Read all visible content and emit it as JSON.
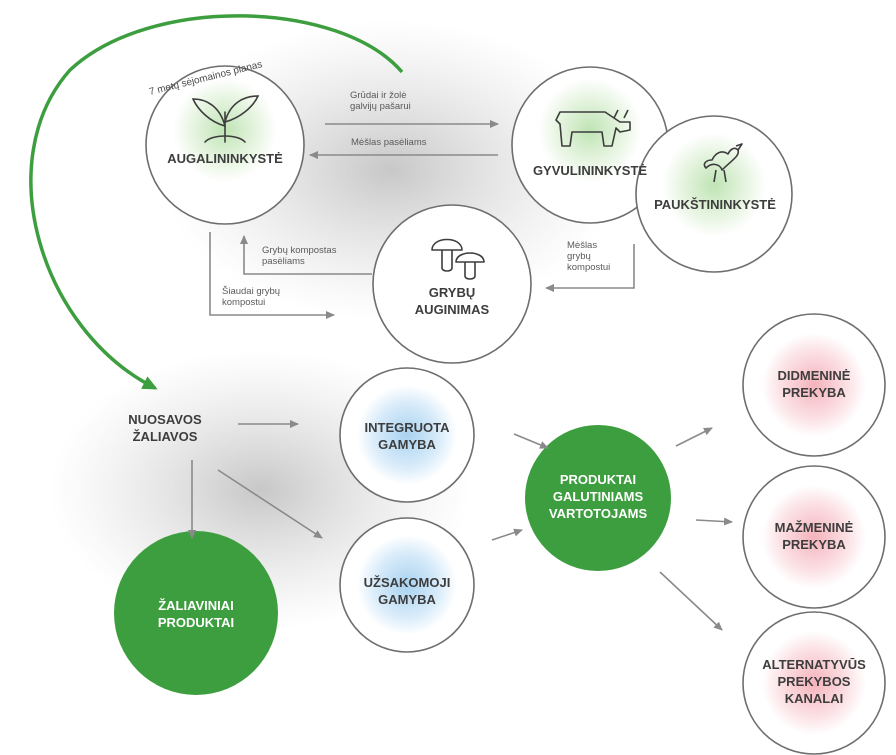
{
  "top": {
    "rotation_label": "7 metų sėjomainos planas",
    "crop": "AUGALININKYSTĖ",
    "livestock": "GYVULININKYSTĖ",
    "poultry": "PAUKŠTININKYSTĖ",
    "mushrooms": "GRYBŲ\nAUGINIMAS",
    "grain_to_livestock": "Grūdai ir žolė\ngalvijų pašarui",
    "manure_to_fields": "Mėšlas pasėliams",
    "mushroom_compost": "Grybų kompostas\npasėliams",
    "straw_to_compost": "Šiaudai grybų\nkompostui",
    "manure_to_compost": "Mėšlas\ngrybų\nkompostui"
  },
  "bottom": {
    "own_raw": "NUOSAVOS\nŽALIAVOS",
    "integrated": "INTEGRUOTA\nGAMYBA",
    "custom": "UŽSAKOMOJI\nGAMYBA",
    "raw_products": "ŽALIAVINIAI\nPRODUKTAI",
    "final_products": "PRODUKTAI\nGALUTINIAMS\nVARTOTOJAMS",
    "wholesale": "DIDMENINĖ\nPREKYBA",
    "retail": "MAŽMENINĖ\nPREKYBA",
    "alternative": "ALTERNATYVŪS\nPREKYBOS\nKANALAI"
  },
  "colors": {
    "green": "#3d9e3f",
    "arrow": "#8a8a8a",
    "outline": "#6e6e6e"
  }
}
